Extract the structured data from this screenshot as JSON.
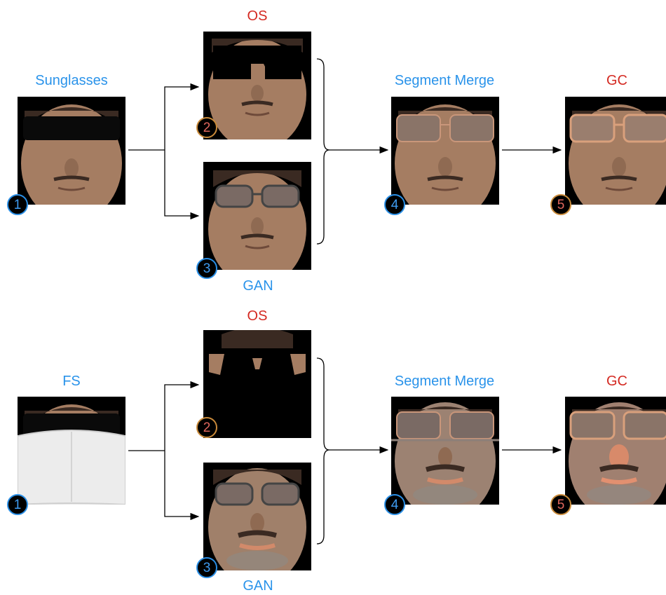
{
  "row1": {
    "input_title": "Sunglasses",
    "os_title": "OS",
    "gan_title": "GAN",
    "merge_title": "Segment Merge",
    "gc_title": "GC",
    "badges": {
      "input": "1",
      "os": "2",
      "gan": "3",
      "merge": "4",
      "gc": "5"
    }
  },
  "row2": {
    "input_title": "FS",
    "os_title": "OS",
    "gan_title": "GAN",
    "merge_title": "Segment Merge",
    "gc_title": "GC",
    "badges": {
      "input": "1",
      "os": "2",
      "gan": "3",
      "merge": "4",
      "gc": "5"
    }
  },
  "colors": {
    "blue_label": "#2a93ea",
    "red_label": "#d42a22",
    "badge_blue_border": "#2a8fe6",
    "badge_orange_border": "#c98a3a",
    "skin": "#a57d62",
    "hair": "#3a2a22"
  }
}
